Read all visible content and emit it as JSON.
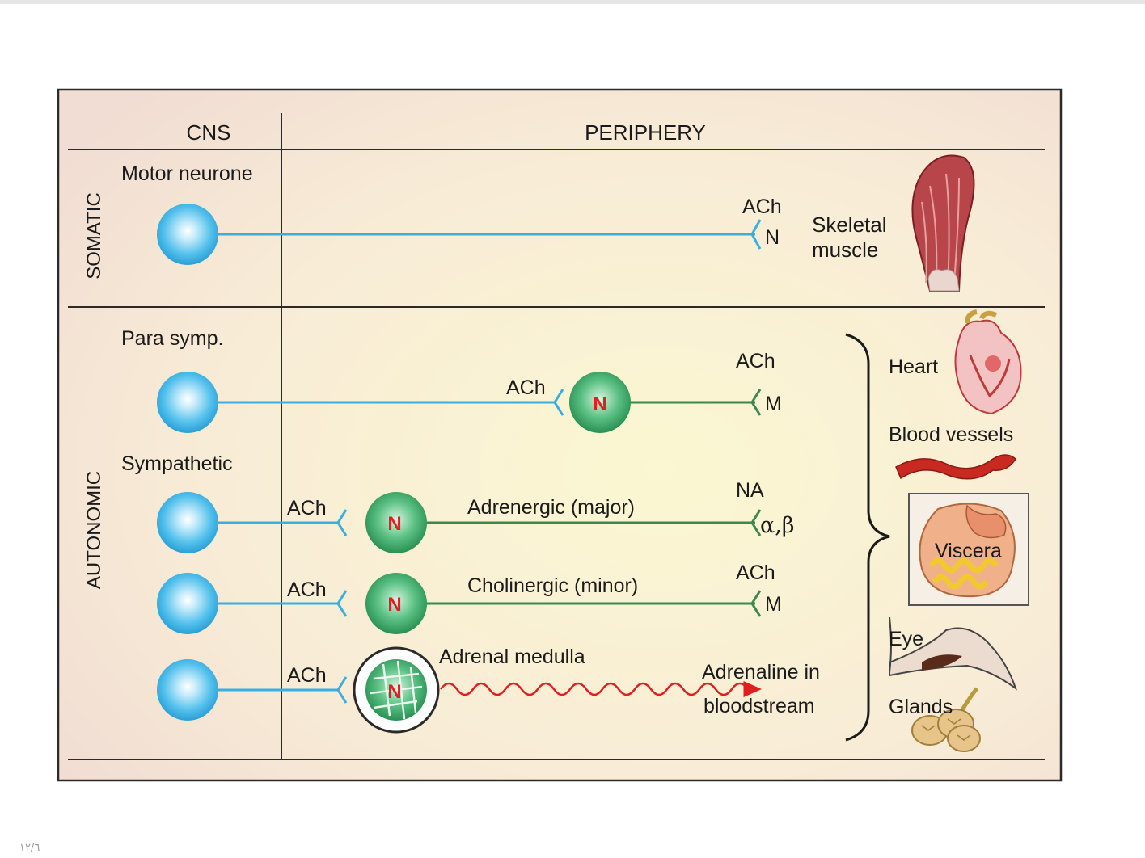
{
  "header": {
    "cns": "CNS",
    "periphery": "PERIPHERY"
  },
  "divisions": {
    "somatic": "SOMATIC",
    "autonomic": "AUTONOMIC"
  },
  "pathways": {
    "motor": {
      "label": "Motor neurone",
      "transmitter": "ACh",
      "receptor": "N",
      "target_line1": "Skeletal",
      "target_line2": "muscle"
    },
    "parasympathetic": {
      "label": "Para symp.",
      "ganglion_transmitter": "ACh",
      "ganglion": "N",
      "transmitter": "ACh",
      "receptor": "M"
    },
    "sympathetic": {
      "label": "Sympathetic",
      "adrenergic": {
        "ganglion_transmitter": "ACh",
        "ganglion": "N",
        "fibre": "Adrenergic (major)",
        "transmitter": "NA",
        "receptor": "α,β"
      },
      "cholinergic": {
        "ganglion_transmitter": "ACh",
        "ganglion": "N",
        "fibre": "Cholinergic (minor)",
        "transmitter": "ACh",
        "receptor": "M"
      },
      "adrenal": {
        "transmitter": "ACh",
        "ganglion": "N",
        "organ": "Adrenal medulla",
        "output_line1": "Adrenaline in",
        "output_line2": "bloodstream"
      }
    }
  },
  "targets": [
    "Heart",
    "Blood vessels",
    "Viscera",
    "Eye",
    "Glands"
  ],
  "page_number": "١٢/٦",
  "colors": {
    "cns_neuron": "#46b9e8",
    "preganglionic": "#3aaee0",
    "postganglionic": "#3a8a4a",
    "ganglion": "#2e9a58",
    "ganglion_label": "#e02020",
    "hormone": "#e02020",
    "frame": "#2a2a2a"
  }
}
